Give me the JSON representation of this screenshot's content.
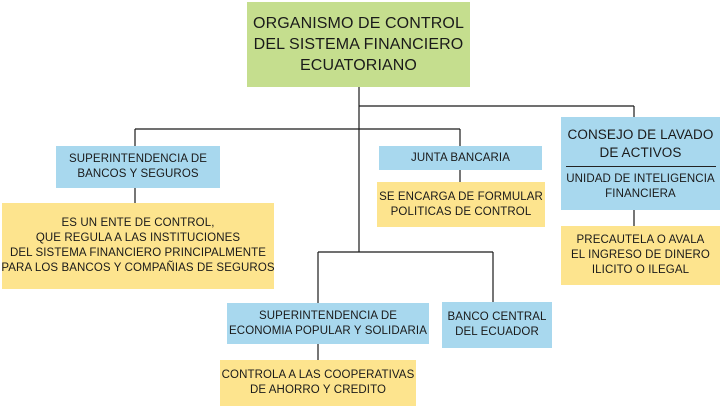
{
  "root": {
    "lines": [
      "ORGANISMO DE CONTROL",
      "DEL SISTEMA FINANCIERO",
      "ECUATORIANO"
    ]
  },
  "superintendencia_bancos": {
    "lines": [
      "SUPERINTENDENCIA DE",
      "BANCOS Y SEGUROS"
    ]
  },
  "superintendencia_bancos_desc": {
    "lines": [
      "ES UN ENTE DE CONTROL,",
      "QUE REGULA A LAS INSTITUCIONES",
      "DEL SISTEMA FINANCIERO PRINCIPALMENTE",
      "PARA LOS BANCOS Y COMPAÑIAS DE SEGUROS"
    ]
  },
  "junta_bancaria": {
    "lines": [
      "JUNTA BANCARIA"
    ]
  },
  "junta_bancaria_desc": {
    "lines": [
      "SE ENCARGA DE FORMULAR",
      "POLITICAS DE CONTROL"
    ]
  },
  "consejo_lavado": {
    "title_lines": [
      "CONSEJO DE LAVADO",
      "DE ACTIVOS"
    ],
    "subtitle_lines": [
      "UNIDAD DE INTELIGENCIA",
      "FINANCIERA"
    ]
  },
  "consejo_lavado_desc": {
    "lines": [
      "PRECAUTELA O AVALA",
      "EL INGRESO DE DINERO",
      "ILICITO O ILEGAL"
    ]
  },
  "superintendencia_economia": {
    "lines": [
      "SUPERINTENDENCIA DE",
      "ECONOMIA POPULAR Y SOLIDARIA"
    ]
  },
  "superintendencia_economia_desc": {
    "lines": [
      "CONTROLA A LAS COOPERATIVAS",
      "DE AHORRO Y CREDITO"
    ]
  },
  "banco_central": {
    "lines": [
      "BANCO CENTRAL",
      "DEL ECUADOR"
    ]
  },
  "colors": {
    "root": "#c5de8e",
    "entity": "#a8d8ee",
    "description": "#fde48e",
    "connector": "#1a1a1a"
  }
}
